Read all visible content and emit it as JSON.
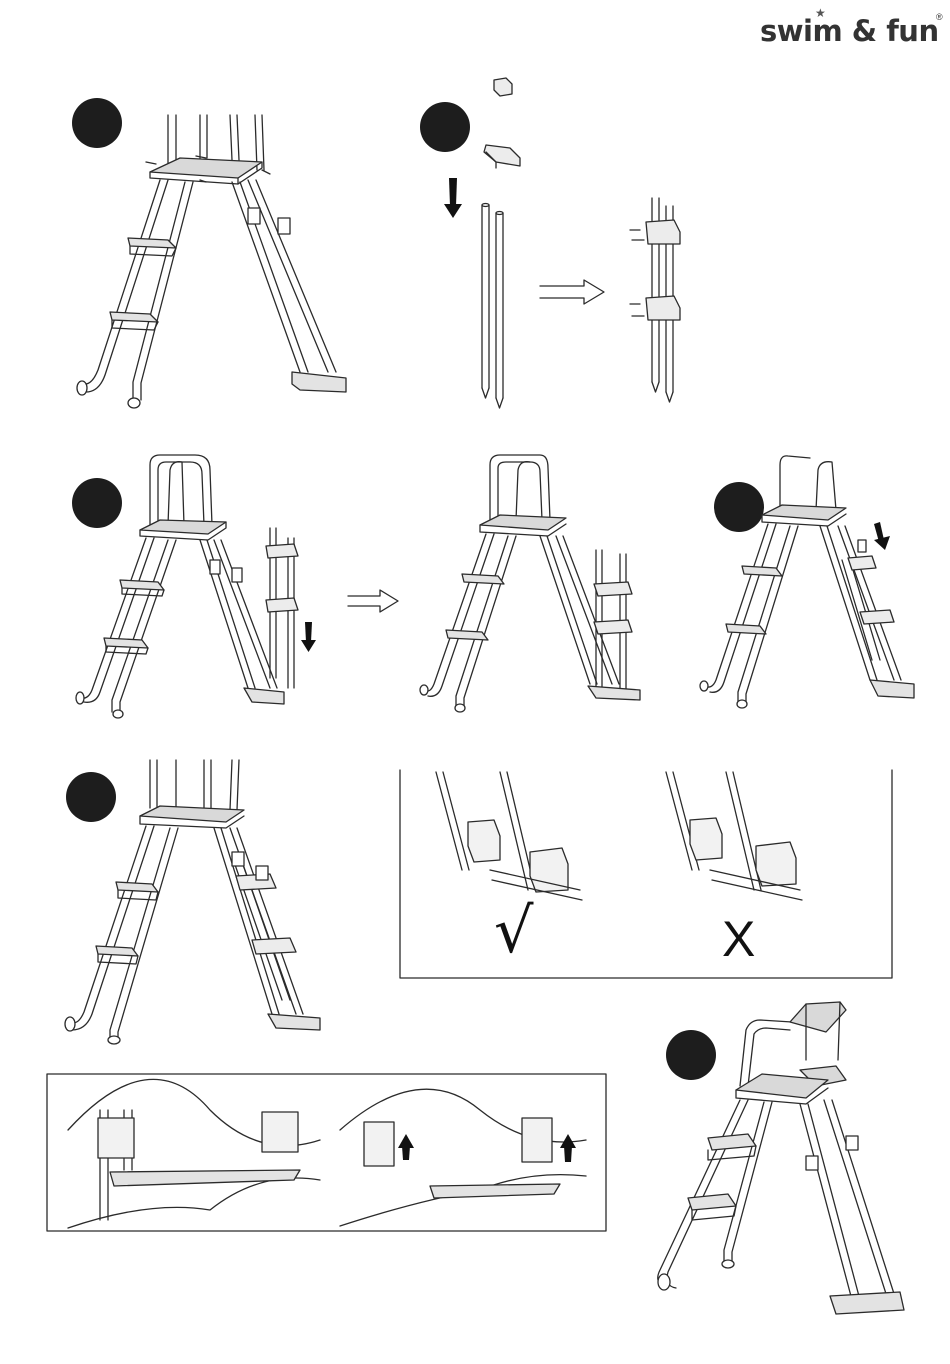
{
  "brand": {
    "name": "swim & fun",
    "registered": "®",
    "star": "★"
  },
  "steps": [
    {
      "id": "step-1"
    },
    {
      "id": "step-2"
    },
    {
      "id": "step-3"
    },
    {
      "id": "step-4"
    },
    {
      "id": "step-5"
    },
    {
      "id": "step-6"
    }
  ],
  "check_panel": {
    "correct_mark": "√",
    "wrong_mark": "X"
  },
  "colors": {
    "ink": "#1d1d1d",
    "line": "#2b2b2b",
    "paper": "#ffffff"
  }
}
